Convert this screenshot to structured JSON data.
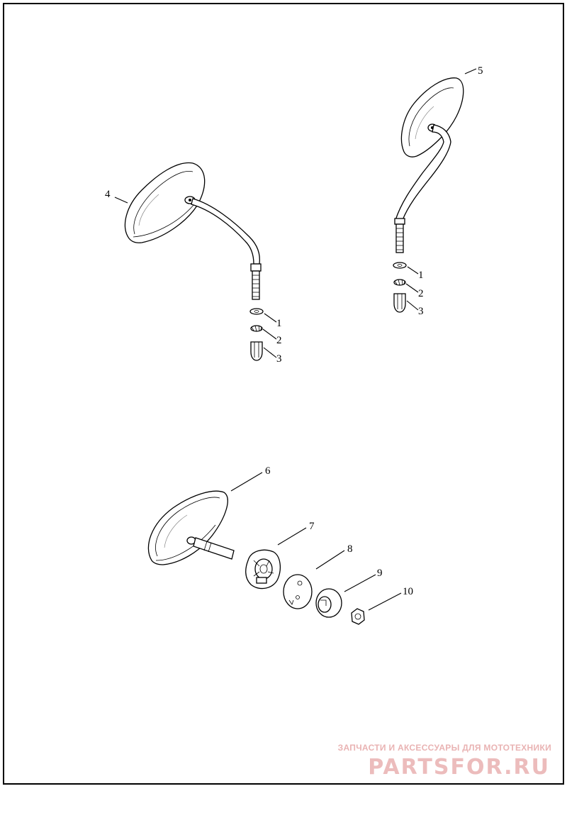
{
  "callouts": {
    "c1a": "1",
    "c2a": "2",
    "c3a": "3",
    "c1b": "1",
    "c2b": "2",
    "c3b": "3",
    "c4": "4",
    "c5": "5",
    "c6": "6",
    "c7": "7",
    "c8": "8",
    "c9": "9",
    "c10": "10"
  },
  "watermark": {
    "caption": "ЗАПЧАСТИ И АКСЕССУАРЫ ДЛЯ МОТОТЕХНИКИ",
    "logo_text": "PARTSFOR.RU"
  },
  "colors": {
    "line": "#000000",
    "watermark": "#e9b3b3",
    "background": "#ffffff"
  }
}
